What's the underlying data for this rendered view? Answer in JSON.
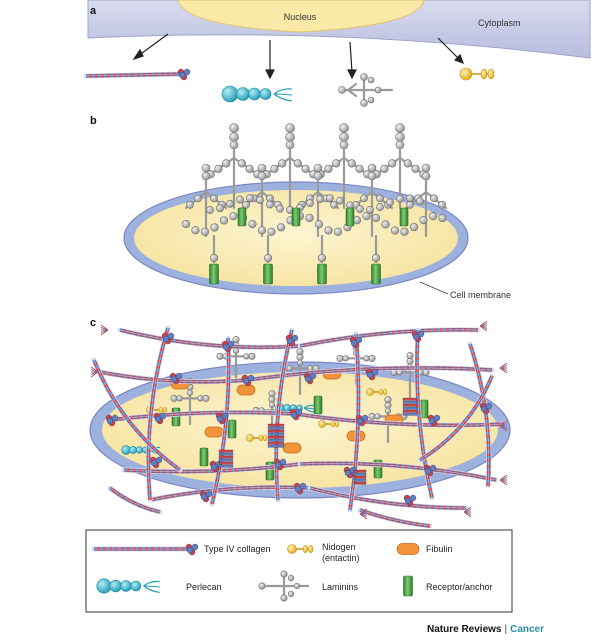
{
  "panels": {
    "a": "a",
    "b": "b",
    "c": "c"
  },
  "panel_a": {
    "nucleus": "Nucleus",
    "cytoplasm": "Cytoplasm"
  },
  "panel_b": {
    "membrane": "Cell membrane"
  },
  "legend": {
    "items": [
      {
        "id": "collagen",
        "label": "Type IV collagen",
        "icon": "collagen-icon"
      },
      {
        "id": "nidogen",
        "label": "Nidogen (entactin)",
        "line1": "Nidogen",
        "line2": "(entactin)",
        "icon": "nidogen-icon"
      },
      {
        "id": "fibulin",
        "label": "Fibulin",
        "icon": "fibulin-icon"
      },
      {
        "id": "perlecan",
        "label": "Perlecan",
        "icon": "perlecan-icon"
      },
      {
        "id": "laminins",
        "label": "Laminins",
        "icon": "laminin-icon"
      },
      {
        "id": "receptor",
        "label": "Receptor/anchor",
        "icon": "receptor-icon"
      }
    ]
  },
  "footer": {
    "journal": "Nature Reviews",
    "separator": "|",
    "section": "Cancer"
  },
  "colors": {
    "cytoplasm": "#c9cbe6",
    "nucleus": "#fbe9a8",
    "membrane_rim": "#8ea6d8",
    "membrane_fill": "#fbf0c4",
    "laminin": "#b7b7b7",
    "perlecan": "#39b7cf",
    "nidogen": "#f3c63a",
    "fibulin": "#f19338",
    "receptor": "#3f9e3f",
    "collagen_red": "#c8454a",
    "collagen_blue": "#5e7fc2"
  }
}
